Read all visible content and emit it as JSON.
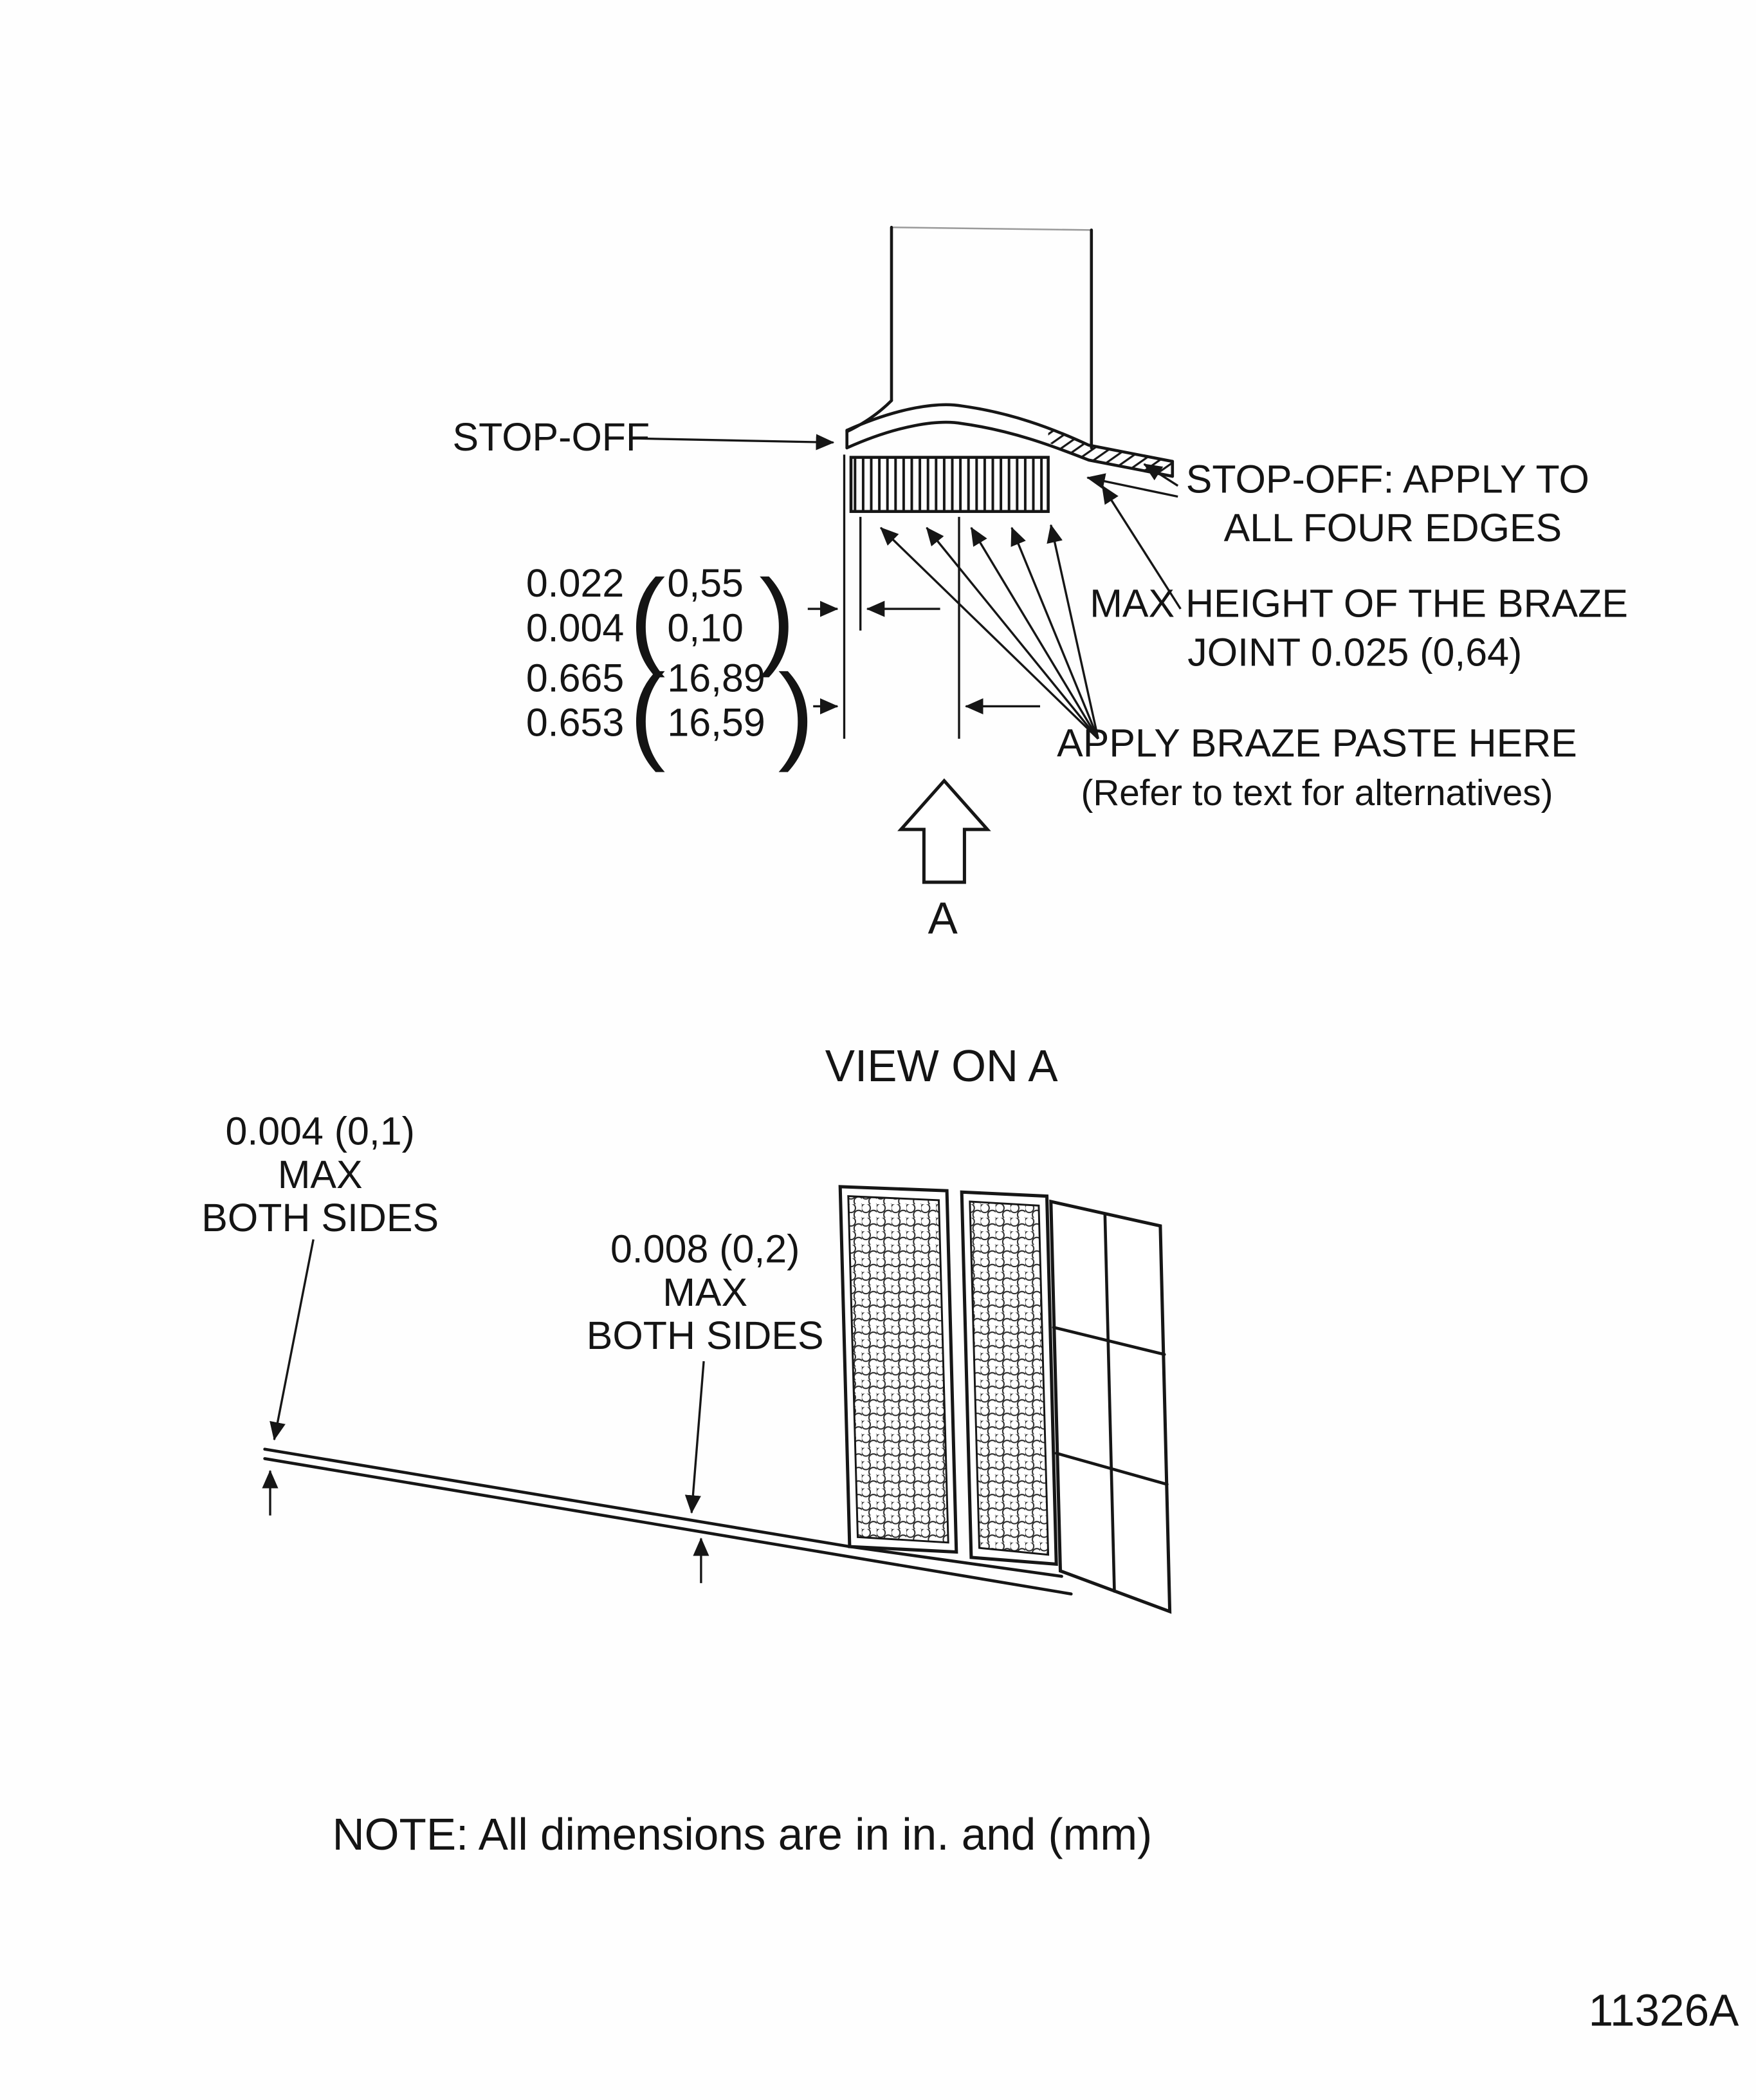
{
  "meta": {
    "figure_code": "11326A",
    "note": "NOTE: All dimensions are in in. and (mm)"
  },
  "glyphs": {
    "paren_open": "(",
    "paren_close": ")"
  },
  "top_view": {
    "stop_off_label": "STOP-OFF",
    "stop_off_edges_line1": "STOP-OFF: APPLY TO",
    "stop_off_edges_line2": "ALL FOUR EDGES",
    "braze_height_line1": "MAX HEIGHT OF THE BRAZE",
    "braze_height_line2": "JOINT 0.025 (0,64)",
    "braze_paste_line1": "APPLY BRAZE PASTE HERE",
    "braze_paste_line2": "(Refer to text for alternatives)",
    "dim_gap": {
      "in_max": "0.022",
      "in_min": "0.004",
      "mm_max": "0,55",
      "mm_min": "0,10"
    },
    "dim_width": {
      "in_max": "0.665",
      "in_min": "0.653",
      "mm_max": "16,89",
      "mm_min": "16,59"
    },
    "section_arrow_label": "A"
  },
  "bottom_view": {
    "title": "VIEW ON A",
    "dim_left": {
      "value": "0.004 (0,1)",
      "line2": "MAX",
      "line3": "BOTH SIDES"
    },
    "dim_mid": {
      "value": "0.008 (0,2)",
      "line2": "MAX",
      "line3": "BOTH SIDES"
    }
  }
}
